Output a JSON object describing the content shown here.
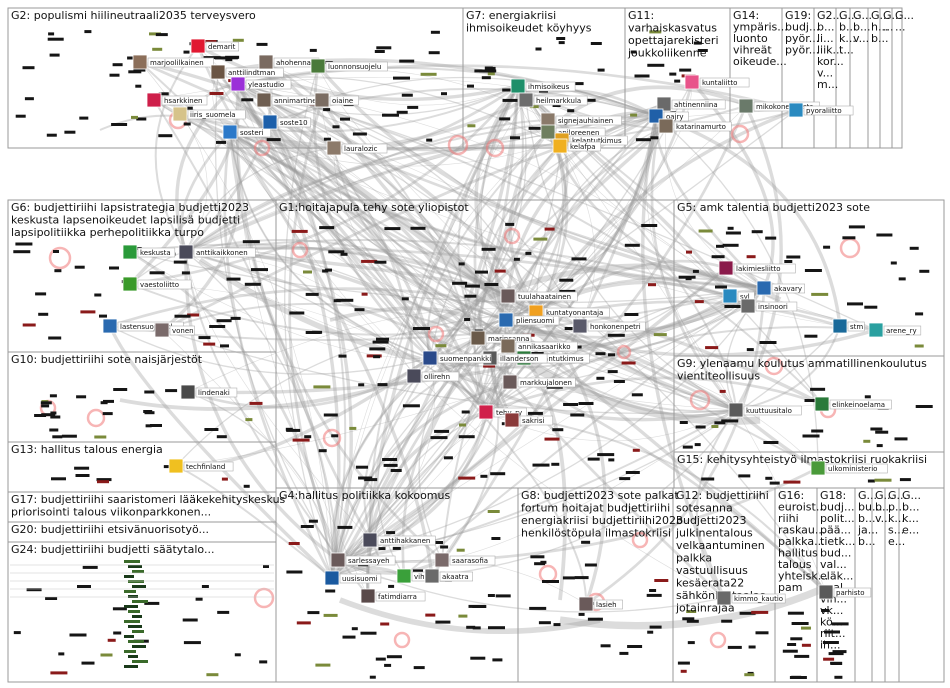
{
  "groups": [
    {
      "id": "G2",
      "title_lines": [
        "G2: populismi hiilineutraali2035 terveysvero"
      ]
    },
    {
      "id": "G7",
      "title_lines": [
        "G7: energiakriisi",
        "ihmisoikeudet köyhyys"
      ]
    },
    {
      "id": "G11",
      "title_lines": [
        "G11:",
        "varhaiskasvatus",
        "opettajarekisteri",
        "joukkoliikenne"
      ]
    },
    {
      "id": "G14",
      "title_lines": [
        "G14:",
        "ympäris...",
        "luonto",
        "vihreät",
        "oikeude..."
      ]
    },
    {
      "id": "G19",
      "title_lines": [
        "G19:",
        "budj...",
        "pyör...",
        "pyör..."
      ]
    },
    {
      "id": "G2x",
      "title_lines": [
        "G2...",
        "b...",
        "li...",
        "liik...",
        "kor...",
        "v...",
        "m..."
      ]
    },
    {
      "id": "Gc1",
      "title_lines": [
        "G...",
        "b...",
        "k...",
        "t..."
      ]
    },
    {
      "id": "Gc2",
      "title_lines": [
        "G...",
        "b...",
        "v..."
      ]
    },
    {
      "id": "Gc3",
      "title_lines": [
        "G...",
        "h...",
        "b..."
      ]
    },
    {
      "id": "Gc4",
      "title_lines": [
        "G...",
        "..."
      ]
    },
    {
      "id": "Gc5",
      "title_lines": [
        "G...",
        "..."
      ]
    },
    {
      "id": "G6",
      "title_lines": [
        "G6: budjettiriihi lapsistrategia budjetti2023",
        "keskusta lapsenoikeudet lapsilisä budjetti",
        "lapsipolitiikka perhepolitiikka turpo"
      ]
    },
    {
      "id": "G1",
      "title_lines": [
        "G1:hoitajapula tehy sote yliopistot"
      ]
    },
    {
      "id": "G5",
      "title_lines": [
        "G5: amk talentia budjetti2023 sote"
      ]
    },
    {
      "id": "G10",
      "title_lines": [
        "G10: budjettiriihi sote naisjärjestöt"
      ]
    },
    {
      "id": "G9",
      "title_lines": [
        "G9: ylenaamu koulutus ammatillinenkoulutus",
        "vientiteollisuus"
      ]
    },
    {
      "id": "G13",
      "title_lines": [
        "G13: hallitus talous energia"
      ]
    },
    {
      "id": "G15",
      "title_lines": [
        "G15: kehitysyhteistyö ilmastokriisi ruokakriisi"
      ]
    },
    {
      "id": "G17",
      "title_lines": [
        "G17: budjettiriihi saaristomeri lääkekehityskeskus",
        "priorisointi talous viikonparkkonen..."
      ]
    },
    {
      "id": "G20",
      "title_lines": [
        "G20: budjettiriihi etsivänuorisotyö..."
      ]
    },
    {
      "id": "G24",
      "title_lines": [
        "G24: budjettiriihi budjetti säätytalo..."
      ]
    },
    {
      "id": "G4",
      "title_lines": [
        "G4:hallitus politiikka kokoomus"
      ]
    },
    {
      "id": "G8",
      "title_lines": [
        "G8: budjetti2023 sote palkat",
        "fortum hoitajat budjettiriihi",
        "energiakriisi budjettiriihi2023",
        "henkilöstöpula ilmastokriisi"
      ]
    },
    {
      "id": "G12",
      "title_lines": [
        "G12: budjettiriihi",
        "sotesanna",
        "budjetti2023",
        "julkinentalous",
        "velkaantuminen",
        "palkka",
        "vastuullisuus",
        "kesäerata22",
        "sähkönhintaalas",
        "jotainrajaa"
      ]
    },
    {
      "id": "G16",
      "title_lines": [
        "G16:",
        "euroist...",
        "riihi",
        "raskau...",
        "palkka...",
        "hallitus",
        "talous",
        "yhteisk...",
        "pam"
      ]
    },
    {
      "id": "G18",
      "title_lines": [
        "G18:",
        "budj...",
        "polit...",
        "pää...",
        "tietk...",
        "bud...",
        "val...",
        "eläk...",
        "vaal...",
        "vih...",
        "vk...",
        "kö...",
        "riit...",
        "ih..."
      ]
    },
    {
      "id": "Gd1",
      "title_lines": [
        "G...",
        "bu...",
        "b...",
        "ja...",
        "b..."
      ]
    },
    {
      "id": "Gd2",
      "title_lines": [
        "G...",
        "b...",
        "v..."
      ]
    },
    {
      "id": "Gd3",
      "title_lines": [
        "G...",
        "p...",
        "k...",
        "s...",
        "e..."
      ]
    },
    {
      "id": "Gd4",
      "title_lines": [
        "G...",
        "b...",
        "k...",
        "e..."
      ]
    }
  ],
  "nodes": [
    {
      "label": "demarit",
      "group": "G2",
      "color": "#e11931"
    },
    {
      "label": "marjoolilkainen",
      "group": "G2",
      "color": "#8c6f5a"
    },
    {
      "label": "anttilindtman",
      "group": "G2",
      "color": "#6b5544"
    },
    {
      "label": "ahohennamh",
      "group": "G2",
      "color": "#7a6a60"
    },
    {
      "label": "luonnonsuojelu",
      "group": "G2",
      "color": "#4a7a3a"
    },
    {
      "label": "hsarkkinen",
      "group": "G2",
      "color": "#ce1f4a"
    },
    {
      "label": "yleastudio",
      "group": "G2",
      "color": "#9b30d8"
    },
    {
      "label": "annimartinen",
      "group": "G2",
      "color": "#6f5f52"
    },
    {
      "label": "oiaine",
      "group": "G2",
      "color": "#7b6d63"
    },
    {
      "label": "iiris_suomela",
      "group": "G2",
      "color": "#d6c38a"
    },
    {
      "label": "sosteri",
      "group": "G2",
      "color": "#2c79c9"
    },
    {
      "label": "soste10",
      "group": "G2",
      "color": "#1c5faa"
    },
    {
      "label": "lauralozic",
      "group": "G2",
      "color": "#8c7a6a"
    },
    {
      "label": "ihmisoikeus",
      "group": "G7",
      "color": "#1f8f6a"
    },
    {
      "label": "heilmarkkula",
      "group": "G7",
      "color": "#6d6d6d"
    },
    {
      "label": "signejauhiainen",
      "group": "G7",
      "color": "#8a7a6a"
    },
    {
      "label": "apiloreenen",
      "group": "G7",
      "color": "#6f7f5f"
    },
    {
      "label": "kelantutkimus",
      "group": "G7",
      "color": "#e0a020"
    },
    {
      "label": "kelafpa",
      "group": "G7",
      "color": "#f0b020"
    },
    {
      "label": "kuntaliitto",
      "group": "G11",
      "color": "#e8548a"
    },
    {
      "label": "ahtinenniina",
      "group": "G11",
      "color": "#6a6a6a"
    },
    {
      "label": "oajry",
      "group": "G11",
      "color": "#2060a8"
    },
    {
      "label": "katarinamurto",
      "group": "G11",
      "color": "#7a6a5a"
    },
    {
      "label": "mikokonenkrista",
      "group": "G14",
      "color": "#6a7a6a"
    },
    {
      "label": "pyoraliitto",
      "group": "G19",
      "color": "#2a8ac0"
    },
    {
      "label": "keskusta",
      "group": "G6",
      "color": "#2a9a3a"
    },
    {
      "label": "anttikaikkonen",
      "group": "G6",
      "color": "#4a4a5a"
    },
    {
      "label": "vaestoliitto",
      "group": "G6",
      "color": "#3a9a2a"
    },
    {
      "label": "lastensuojelukl",
      "group": "G6",
      "color": "#2a6ab0"
    },
    {
      "label": "vonen",
      "group": "G6",
      "color": "#7a6a6a"
    },
    {
      "label": "tuulahaatainen",
      "group": "G1",
      "color": "#6a5a5a"
    },
    {
      "label": "kuntatyonantaja",
      "group": "G1",
      "color": "#f0a020"
    },
    {
      "label": "pliensuomi",
      "group": "G1",
      "color": "#2a6ab0"
    },
    {
      "label": "honkonenpetri",
      "group": "G1",
      "color": "#5a5a6a"
    },
    {
      "label": "marinsanna",
      "group": "G1",
      "color": "#6a5a4a"
    },
    {
      "label": "annikasaarikko",
      "group": "G1",
      "color": "#7a6a5a"
    },
    {
      "label": "kelantutkimus",
      "group": "G1",
      "color": "#2a7a3a"
    },
    {
      "label": "illanderson",
      "group": "G1",
      "color": "#5a5a5a"
    },
    {
      "label": "suomenpankki",
      "group": "G1",
      "color": "#2a4a8a"
    },
    {
      "label": "ollirehn",
      "group": "G1",
      "color": "#4a4a5a"
    },
    {
      "label": "markkujalonen",
      "group": "G1",
      "color": "#6a5a5a"
    },
    {
      "label": "tehy_ry",
      "group": "G1",
      "color": "#d0204a"
    },
    {
      "label": "sakrisi",
      "group": "G1",
      "color": "#8a3a3a"
    },
    {
      "label": "lakimiesliitto",
      "group": "G5",
      "color": "#8a1a4a"
    },
    {
      "label": "akavary",
      "group": "G5",
      "color": "#2a6ab0"
    },
    {
      "label": "syl",
      "group": "G5",
      "color": "#2a8ac0"
    },
    {
      "label": "insinoori",
      "group": "G5",
      "color": "#6a6a6a"
    },
    {
      "label": "stm",
      "group": "G5",
      "color": "#1a6a9a"
    },
    {
      "label": "arene_ry",
      "group": "G5",
      "color": "#2aa0a0"
    },
    {
      "label": "lindenaki",
      "group": "G10",
      "color": "#4a4a4a"
    },
    {
      "label": "kuuttuusitalo",
      "group": "G9",
      "color": "#5a5a5a"
    },
    {
      "label": "elinkeinoelama",
      "group": "G9",
      "color": "#2a7a3a"
    },
    {
      "label": "techfinland",
      "group": "G13",
      "color": "#f0c020"
    },
    {
      "label": "ulkoministerio",
      "group": "G15",
      "color": "#4a9a3a"
    },
    {
      "label": "anttihakkanen",
      "group": "G4",
      "color": "#4a4a5a"
    },
    {
      "label": "sarlessayeh",
      "group": "G4",
      "color": "#6a5a5a"
    },
    {
      "label": "saarasofia",
      "group": "G4",
      "color": "#7a6a6a"
    },
    {
      "label": "uusisuomi",
      "group": "G4",
      "color": "#1a5aa0"
    },
    {
      "label": "vihreat",
      "group": "G4",
      "color": "#3aa03a"
    },
    {
      "label": "akaatra",
      "group": "G4",
      "color": "#6a6a6a"
    },
    {
      "label": "fatimdiarra",
      "group": "G4",
      "color": "#5a4a4a"
    },
    {
      "label": "lasieh",
      "group": "G8",
      "color": "#6a5a5a"
    },
    {
      "label": "kimmo_kautio",
      "group": "G12",
      "color": "#6a6a6a"
    },
    {
      "label": "parhisto",
      "group": "G18",
      "color": "#5a5a5a"
    }
  ]
}
